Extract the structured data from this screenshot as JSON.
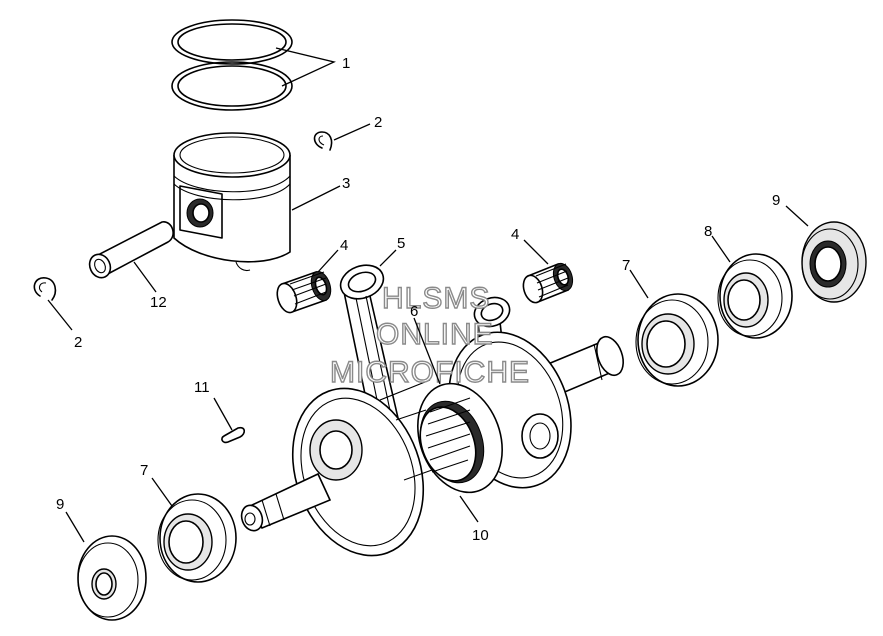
{
  "callouts": {
    "c1": "1",
    "c2a": "2",
    "c2b": "2",
    "c3": "3",
    "c4a": "4",
    "c4b": "4",
    "c5": "5",
    "c6": "6",
    "c7a": "7",
    "c7b": "7",
    "c8": "8",
    "c9a": "9",
    "c9b": "9",
    "c10": "10",
    "c11": "11",
    "c12": "12"
  },
  "watermark": {
    "line1": "HLSMS",
    "line2": "ONLINE",
    "line3": "MICROFICHE"
  },
  "colors": {
    "ink": "#000000",
    "paper": "#ffffff",
    "watermark": "#8a8a8a"
  }
}
